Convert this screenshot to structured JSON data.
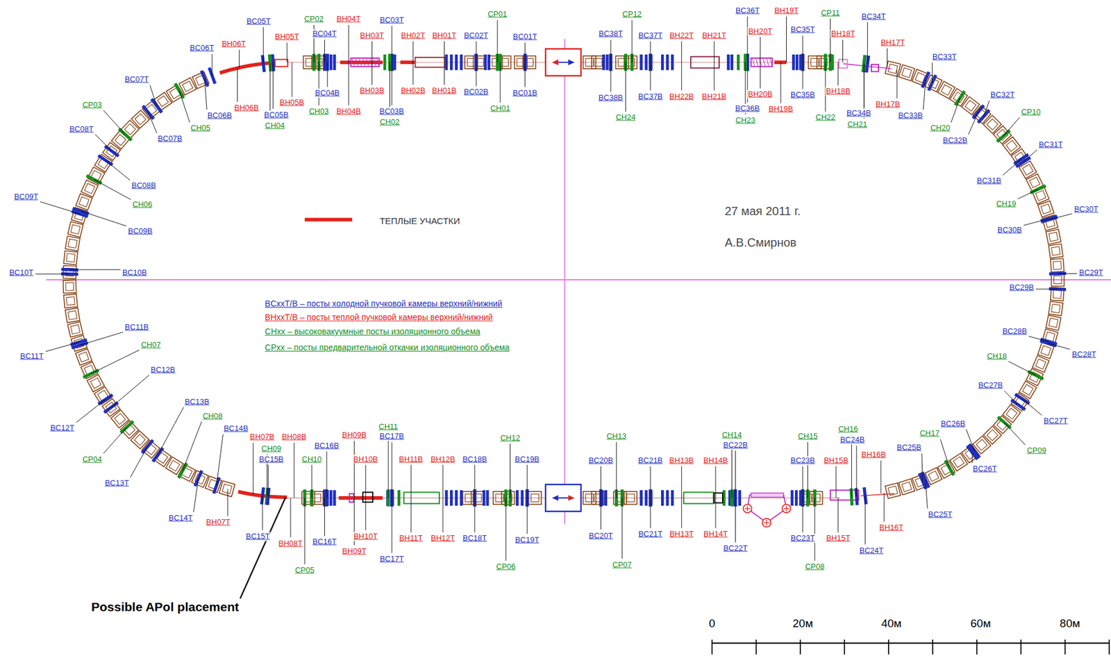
{
  "diagram": {
    "labels": [
      "BC05T",
      "BC06T",
      "BH06T",
      "BH05T",
      "CP02",
      "BC04T",
      "BH04T",
      "BH03T",
      "BC03T",
      "BH02T",
      "BH01T",
      "BC02T",
      "CP01",
      "BC01T",
      "BC06B",
      "BH06B",
      "BC05B",
      "CH04",
      "BH05B",
      "CH03",
      "BC04B",
      "BH04B",
      "BH03B",
      "BC03B",
      "CH02",
      "BH02B",
      "BH01B",
      "BC02B",
      "CH01",
      "BC01B",
      "BC38T",
      "CP12",
      "BC37T",
      "BH22T",
      "BH21T",
      "BC36T",
      "BH20T",
      "BH19T",
      "BC35T",
      "CP11",
      "BH18T",
      "BC34T",
      "BH17T",
      "BC33T",
      "BC38B",
      "CH24",
      "BC37B",
      "BH22B",
      "BH21B",
      "BH20B",
      "BC36B",
      "CH23",
      "BH19B",
      "BC35B",
      "CH22",
      "BH18B",
      "BC34B",
      "CH21",
      "BH17B",
      "BC33B",
      "BC07T",
      "BC07B",
      "CH05",
      "CP03",
      "BC08T",
      "BC08B",
      "CH06",
      "BC09T",
      "BC09B",
      "BC10T",
      "BC10B",
      "BC11B",
      "BC11T",
      "CH07",
      "BC12B",
      "BC12T",
      "CP04",
      "BC13B",
      "BC13T",
      "CH08",
      "BC14B",
      "BC14T",
      "BH07T",
      "BH07B",
      "CH09",
      "BC15B",
      "BC15T",
      "BH08B",
      "BH08T",
      "CH10",
      "CP05",
      "BC16B",
      "BC16T",
      "BH09B",
      "BH10B",
      "CH11",
      "BC17B",
      "BH11B",
      "BH12B",
      "BC18B",
      "CH12",
      "BC19B",
      "BC20B",
      "CH13",
      "BC21B",
      "BH13B",
      "BH14B",
      "CH14",
      "BC22B",
      "CH15",
      "BC23B",
      "CH16",
      "BC24B",
      "BH15B",
      "BH16B",
      "BC25B",
      "CH17",
      "BC26B",
      "BH09T",
      "BH10T",
      "BC17T",
      "BH11T",
      "BH12T",
      "BC18T",
      "CP06",
      "BC19T",
      "BC20T",
      "CP07",
      "BC21T",
      "BH13T",
      "BH14T",
      "BC22T",
      "BC23T",
      "CP08",
      "BH15T",
      "BC24T",
      "BH16T",
      "BC25T",
      "BC26T",
      "CP09",
      "BC27B",
      "BC27T",
      "CH18",
      "BC28B",
      "BC28T",
      "BC29B",
      "BC29T",
      "BC30B",
      "BC30T",
      "CH19",
      "BC31B",
      "BC31T",
      "CP10",
      "BC32B",
      "BC32T",
      "CH20",
      "BCxxT/B – посты холодной пучковой камеры верхний/нижний",
      "BHxxT/B – посты теплой пучковой камеры верхний/нижний",
      "CHxx – высоковакуумные посты изоляционного объема",
      "CPxx – посты предварительной откачки изоляционного объема",
      "27 мая 2011 г.",
      "А.В.Смирнов",
      "Possible APol placement",
      "0",
      "20м",
      "40м",
      "60м",
      "80м"
    ],
    "legend": [
      {
        "text": "ТЕПЛЫЕ УЧАСТКИ"
      }
    ]
  }
}
